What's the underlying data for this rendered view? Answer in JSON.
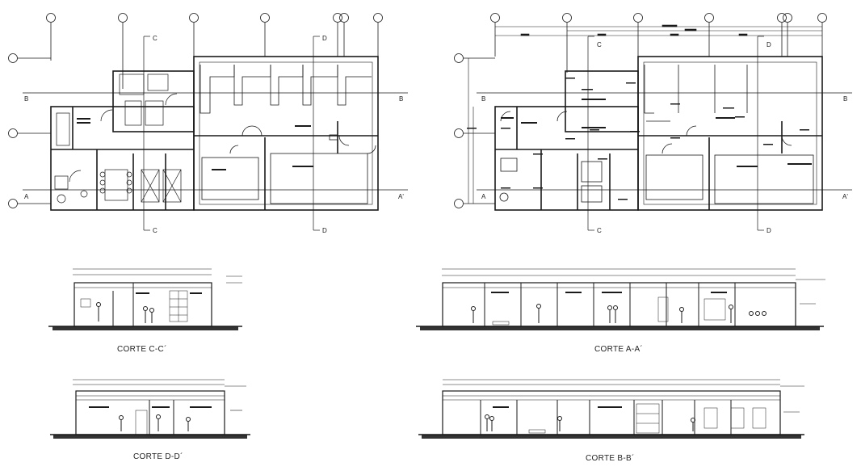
{
  "plans": {
    "left": {
      "labels": {
        "cut_c_top": "C",
        "cut_c_bottom": "C",
        "cut_d_top": "D",
        "cut_d_bottom": "D",
        "cut_b_left": "B",
        "cut_b_right": "B",
        "cut_a_left": "A",
        "cut_a_right": "A'"
      }
    },
    "right": {
      "labels": {
        "cut_c_top": "C",
        "cut_c_bottom": "C",
        "cut_d_top": "D",
        "cut_d_bottom": "D",
        "cut_b_left": "B",
        "cut_b_right": "B",
        "cut_a_left": "A",
        "cut_a_right": "A'"
      }
    }
  },
  "sections": {
    "c": {
      "title": "CORTE C-C´"
    },
    "a": {
      "title": "CORTE A-A´"
    },
    "d": {
      "title": "CORTE D-D´"
    },
    "b": {
      "title": "CORTE B-B´"
    }
  },
  "colors": {
    "line": "#1a1a1a",
    "ground": "#333333",
    "paper": "#ffffff"
  }
}
